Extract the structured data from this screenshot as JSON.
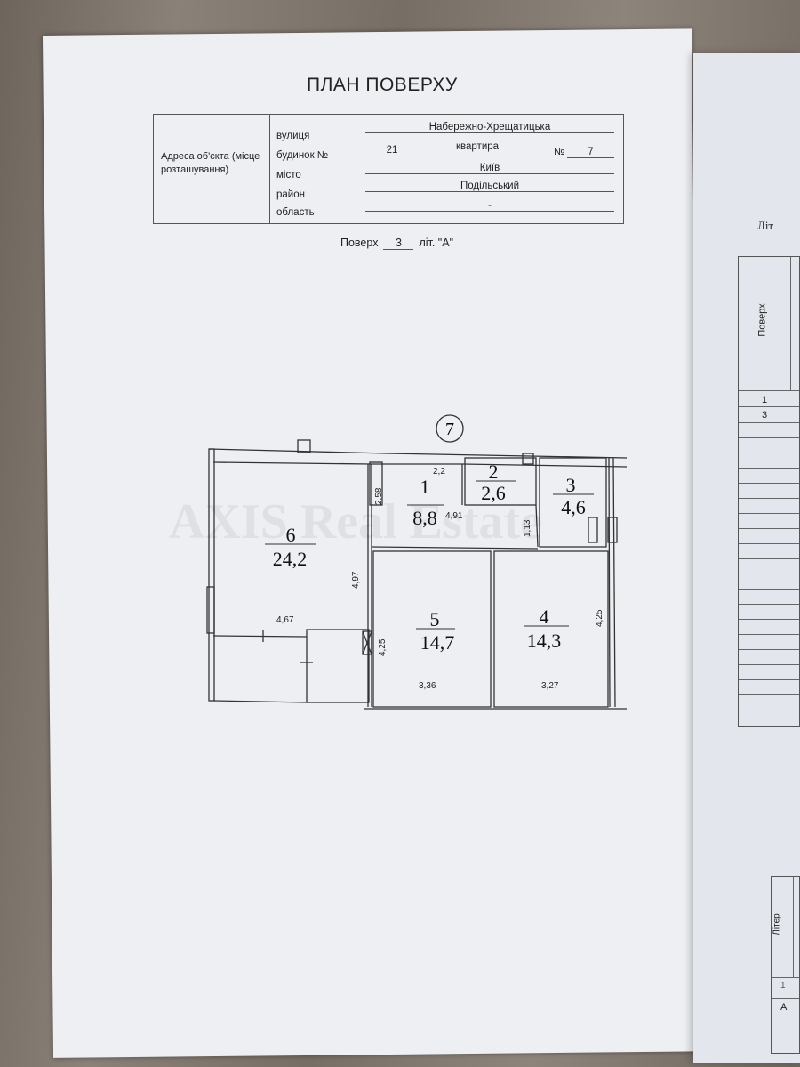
{
  "title": "ПЛАН ПОВЕРХУ",
  "address": {
    "label": "Адреса об'єкта (місце розташування)",
    "street_label": "вулиця",
    "street": "Набережно-Хрещатицька",
    "house_label": "будинок №",
    "house": "21",
    "apartment_label": "квартира",
    "apartment_no_label": "№",
    "apartment": "7",
    "city_label": "місто",
    "city": "Київ",
    "district_label": "район",
    "district": "Подільський",
    "region_label": "область",
    "region": "-"
  },
  "floor": {
    "label": "Поверх",
    "value": "3",
    "liter": "літ. \"А\""
  },
  "plan": {
    "apartment_marker": "7",
    "rooms": [
      {
        "no": "1",
        "area": "8,8"
      },
      {
        "no": "2",
        "area": "2,6"
      },
      {
        "no": "3",
        "area": "4,6"
      },
      {
        "no": "4",
        "area": "14,3"
      },
      {
        "no": "5",
        "area": "14,7"
      },
      {
        "no": "6",
        "area": "24,2"
      }
    ],
    "dimensions": [
      "2,2",
      "2,58",
      "4,91",
      "1,13",
      "4,97",
      "4,67",
      "4,25",
      "3,36",
      "3,27",
      "4,25"
    ],
    "watermark": "AXIS Real Estate"
  },
  "right_page": {
    "heading_partial": "Літ",
    "table1": {
      "header": "Поверх",
      "rows": [
        "1",
        "3"
      ]
    },
    "table2": {
      "header": "Літер",
      "rows": [
        "1",
        "A"
      ]
    }
  }
}
